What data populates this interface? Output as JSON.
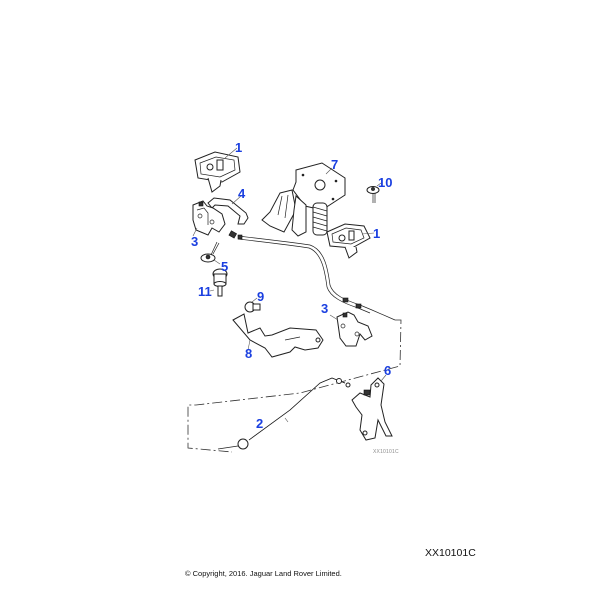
{
  "diagram": {
    "reference_code_small": "XX10101C",
    "reference_code": "XX10101C",
    "copyright": "© Copyright, 2016. Jaguar Land Rover Limited.",
    "callout_color": "#1a3fe0",
    "callouts": [
      {
        "id": "1a",
        "label": "1",
        "part": "striker-plate-left"
      },
      {
        "id": "1b",
        "label": "1",
        "part": "striker-plate-right"
      },
      {
        "id": "2",
        "label": "2",
        "part": "release-cable-lower"
      },
      {
        "id": "3a",
        "label": "3",
        "part": "latch-left"
      },
      {
        "id": "3b",
        "label": "3",
        "part": "latch-right"
      },
      {
        "id": "4",
        "label": "4",
        "part": "bracket-rod"
      },
      {
        "id": "5",
        "label": "5",
        "part": "screw"
      },
      {
        "id": "6",
        "label": "6",
        "part": "release-lever-handle"
      },
      {
        "id": "7",
        "label": "7",
        "part": "secondary-catch-assembly"
      },
      {
        "id": "8",
        "label": "8",
        "part": "mounting-bracket"
      },
      {
        "id": "9",
        "label": "9",
        "part": "bolt"
      },
      {
        "id": "10",
        "label": "10",
        "part": "screw-washer"
      },
      {
        "id": "11",
        "label": "11",
        "part": "bump-stop"
      }
    ]
  }
}
